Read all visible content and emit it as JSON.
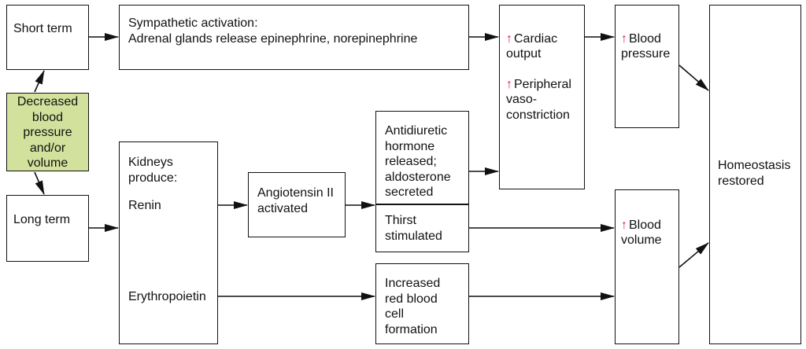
{
  "colors": {
    "start_fill": "#d2e19c",
    "arrow_up": "#e0115f",
    "line": "#111111"
  },
  "nodes": {
    "start": "Decreased\nblood\npressure\nand/or\nvolume",
    "short_term": "Short term",
    "long_term": "Long term",
    "sympathetic": "Sympathetic activation:\nAdrenal glands release epinephrine, norepinephrine",
    "kidneys_title": "Kidneys\nproduce:",
    "renin": "Renin",
    "erythropoietin": "Erythropoietin",
    "angiotensin": "Angiotensin II\nactivated",
    "adh": "Antidiuretic\nhormone\nreleased;\naldosterone\nsecreted",
    "thirst": "Thirst\nstimulated",
    "rbc": "Increased\nred blood\ncell\nformation",
    "cardiac": "Cardiac\noutput",
    "peripheral": "Peripheral\nvaso-\nconstriction",
    "blood_pressure": "Blood\npressure",
    "blood_volume": "Blood\nvolume",
    "homeostasis": "Homeostasis\nrestored"
  },
  "icons": {
    "increase": "↑"
  }
}
